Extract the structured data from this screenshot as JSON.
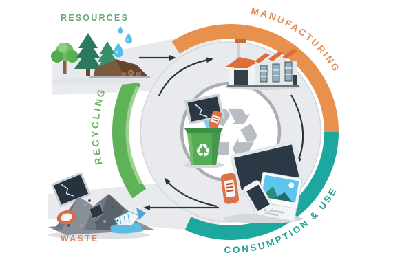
{
  "diagram": {
    "stages": {
      "resources": "RESOURCES",
      "manufacturing": "MANUFACTURING",
      "recycling": "RECYCLING",
      "consumption": "CONSUMPTION & USE",
      "waste": "WASTE"
    },
    "center_symbol": "♻",
    "bin_symbol": "♻",
    "colors": {
      "manufacturing_arc": "#E8914E",
      "consumption_arc": "#1CA89F",
      "recycling_arc": "#5EB258",
      "recycling_arc_highlight": "#9CD28E",
      "ring_fill": "#E8EAED",
      "inner_circle_border": "#A8AEB4",
      "arrow": "#2A3540",
      "center_symbol_gray": "#B7BDC3",
      "resources_label": "#68A774",
      "waste_label": "#DE8066"
    }
  }
}
